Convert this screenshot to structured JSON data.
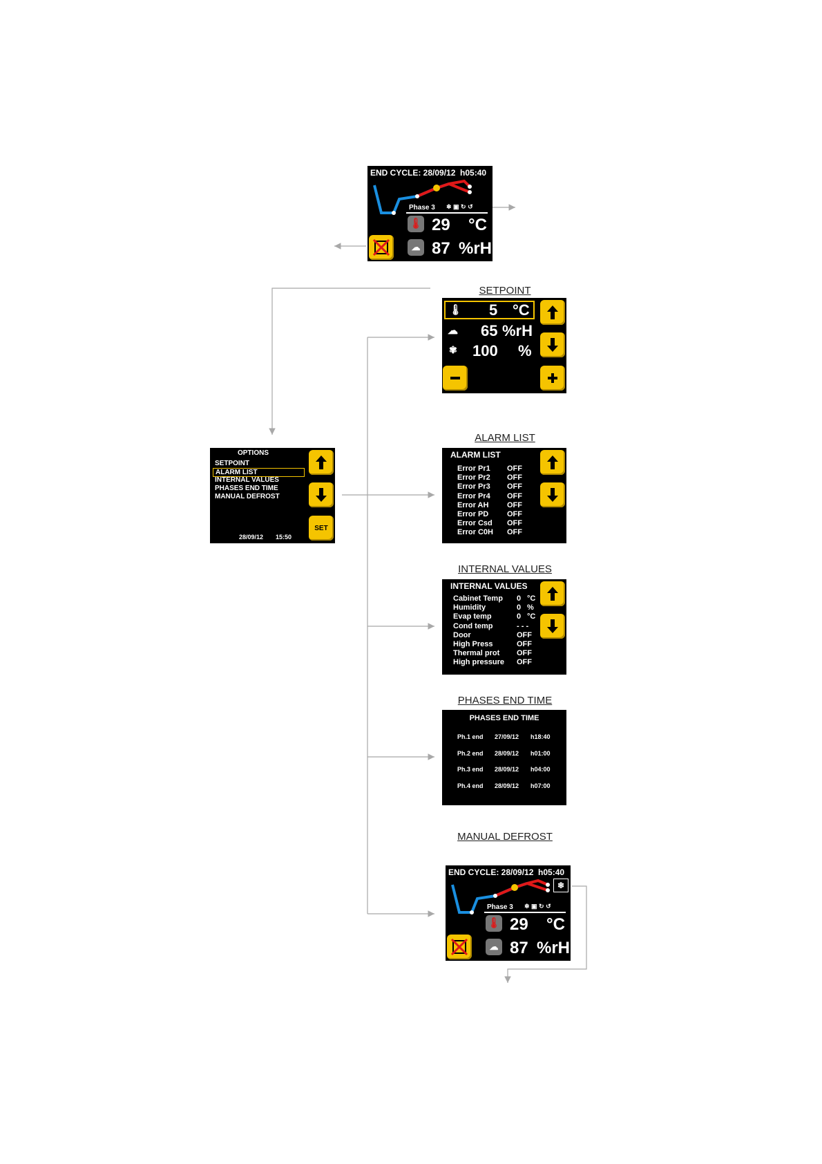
{
  "main_screen": {
    "end_cycle": "END CYCLE: 28/09/12  h05:40",
    "phase_label": "Phase 3",
    "temp_value": "29",
    "temp_unit": "°C",
    "hum_value": "87",
    "hum_unit": "%rH"
  },
  "options_menu": {
    "title": "OPTIONS",
    "items": [
      "SETPOINT",
      "ALARM LIST",
      "INTERNAL VALUES",
      "PHASES END TIME",
      "MANUAL DEFROST"
    ],
    "selected_index": 1,
    "date": "28/09/12",
    "time": "15:50",
    "set_label": "SET"
  },
  "setpoint": {
    "heading": "SETPOINT",
    "temp_value": "5",
    "temp_unit": "°C",
    "hum_value": "65",
    "hum_unit": "%rH",
    "fan_value": "100",
    "fan_unit": "%"
  },
  "alarm_list": {
    "heading": "ALARM LIST",
    "title": "ALARM LIST",
    "rows": [
      {
        "name": "Error Pr1",
        "value": "OFF"
      },
      {
        "name": "Error Pr2",
        "value": "OFF"
      },
      {
        "name": "Error Pr3",
        "value": "OFF"
      },
      {
        "name": "Error Pr4",
        "value": "OFF"
      },
      {
        "name": "Error AH",
        "value": "OFF"
      },
      {
        "name": "Error PD",
        "value": "OFF"
      },
      {
        "name": "Error Csd",
        "value": "OFF"
      },
      {
        "name": "Error C0H",
        "value": "OFF"
      }
    ]
  },
  "internal_values": {
    "heading": "INTERNAL VALUES",
    "title": "INTERNAL VALUES",
    "rows": [
      {
        "name": "Cabinet Temp",
        "value": "0",
        "unit": "°C"
      },
      {
        "name": "Humidity",
        "value": "0",
        "unit": "%"
      },
      {
        "name": "Evap temp",
        "value": "0",
        "unit": "°C"
      },
      {
        "name": "Cond temp",
        "value": "- - -",
        "unit": ""
      },
      {
        "name": "Door",
        "value": "OFF",
        "unit": ""
      },
      {
        "name": "High Press",
        "value": "OFF",
        "unit": ""
      },
      {
        "name": "Thermal prot",
        "value": "OFF",
        "unit": ""
      },
      {
        "name": "High pressure",
        "value": "OFF",
        "unit": ""
      }
    ]
  },
  "phases_end_time": {
    "heading": "PHASES END TIME",
    "title": "PHASES END TIME",
    "rows": [
      {
        "phase": "Ph.1 end",
        "date": "27/09/12",
        "time": "h18:40"
      },
      {
        "phase": "Ph.2 end",
        "date": "28/09/12",
        "time": "h01:00"
      },
      {
        "phase": "Ph.3 end",
        "date": "28/09/12",
        "time": "h04:00"
      },
      {
        "phase": "Ph.4 end",
        "date": "28/09/12",
        "time": "h07:00"
      }
    ]
  },
  "manual_defrost": {
    "heading": "MANUAL DEFROST",
    "end_cycle": "END CYCLE: 28/09/12  h05:40",
    "phase_label": "Phase 3",
    "temp_value": "29",
    "temp_unit": "°C",
    "hum_value": "87",
    "hum_unit": "%rH"
  },
  "colors": {
    "accent_yellow": "#f5c400",
    "curve_blue": "#1a8fe0",
    "curve_red": "#e01818",
    "screen_bg": "#000000",
    "connector_gray": "#a8a8a8"
  },
  "icons": [
    "thermometer-icon",
    "humidity-icon",
    "fan-icon",
    "arrow-up-icon",
    "arrow-down-icon",
    "minus-icon",
    "plus-icon",
    "no-door-icon",
    "defrost-icon"
  ]
}
